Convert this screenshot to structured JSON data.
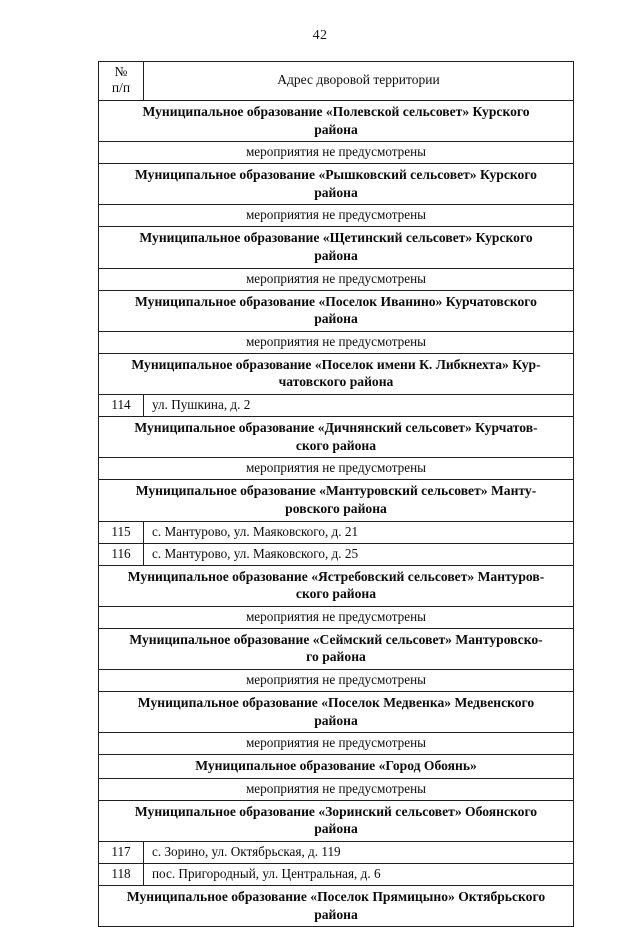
{
  "document": {
    "page_number": "42",
    "table": {
      "headers": {
        "num_line1": "№",
        "num_line2": "п/п",
        "address": "Адрес дворовой территории"
      },
      "note_text": "мероприятия не предусмотрены",
      "rows": [
        {
          "kind": "group",
          "line1": "Муниципальное образование «Полевской сельсовет» Курского",
          "line2": "района"
        },
        {
          "kind": "note",
          "text": "мероприятия не предусмотрены"
        },
        {
          "kind": "group",
          "line1": "Муниципальное образование «Рышковский сельсовет» Курского",
          "line2": "района"
        },
        {
          "kind": "note",
          "text": "мероприятия не предусмотрены"
        },
        {
          "kind": "group",
          "line1": "Муниципальное образование «Щетинский сельсовет» Курского",
          "line2": "района"
        },
        {
          "kind": "note",
          "text": "мероприятия не предусмотрены"
        },
        {
          "kind": "group",
          "line1": "Муниципальное образование «Поселок Иванино» Курчатовского",
          "line2": "района"
        },
        {
          "kind": "note",
          "text": "мероприятия не предусмотрены"
        },
        {
          "kind": "group",
          "line1": "Муниципальное образование «Поселок имени К. Либкнехта» Кур-",
          "line2": "чатовского района"
        },
        {
          "kind": "entry",
          "num": "114",
          "address": "ул. Пушкина, д. 2"
        },
        {
          "kind": "group",
          "line1": "Муниципальное образование «Дичнянский сельсовет» Курчатов-",
          "line2": "ского района"
        },
        {
          "kind": "note",
          "text": "мероприятия не предусмотрены"
        },
        {
          "kind": "group",
          "line1": "Муниципальное образование «Мантуровский сельсовет» Манту-",
          "line2": "ровского района"
        },
        {
          "kind": "entry",
          "num": "115",
          "address": "с. Мантурово, ул. Маяковского, д. 21"
        },
        {
          "kind": "entry",
          "num": "116",
          "address": "с. Мантурово, ул. Маяковского, д. 25"
        },
        {
          "kind": "group",
          "line1": "Муниципальное образование «Ястребовский сельсовет» Мантуров-",
          "line2": "ского района"
        },
        {
          "kind": "note",
          "text": "мероприятия не предусмотрены"
        },
        {
          "kind": "group",
          "line1": "Муниципальное образование «Сеймский сельсовет» Мантуровско-",
          "line2": "го района"
        },
        {
          "kind": "note",
          "text": "мероприятия не предусмотрены"
        },
        {
          "kind": "group",
          "line1": "Муниципальное образование «Поселок Медвенка»  Медвенского",
          "line2": "района"
        },
        {
          "kind": "note",
          "text": "мероприятия не предусмотрены"
        },
        {
          "kind": "group",
          "line1": "Муниципальное образование «Город Обоянь»",
          "line2": ""
        },
        {
          "kind": "note",
          "text": "мероприятия не предусмотрены"
        },
        {
          "kind": "group",
          "line1": "Муниципальное образование «Зоринский сельсовет» Обоянского",
          "line2": "района"
        },
        {
          "kind": "entry",
          "num": "117",
          "address": "с. Зорино, ул. Октябрьская, д. 119"
        },
        {
          "kind": "entry",
          "num": "118",
          "address": "пос. Пригородный, ул. Центральная, д. 6"
        },
        {
          "kind": "group",
          "line1": "Муниципальное образование «Поселок Прямицыно» Октябрьского",
          "line2": "района"
        }
      ]
    }
  }
}
